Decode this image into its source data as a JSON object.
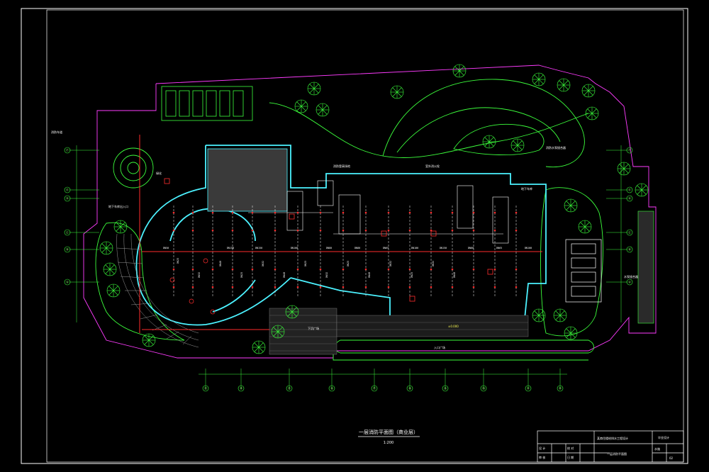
{
  "drawing": {
    "title": "一层消防平面图（商业层）",
    "scale": "1:200"
  },
  "colors": {
    "background": "#000000",
    "frame": "#ffffff",
    "site_boundary": "#ff3cff",
    "landscape": "#3cff3c",
    "walls": "#4cf2ff",
    "grid": "#3cff3c",
    "sprinkler": "#ff2d2d",
    "annotation": "#ffff55"
  },
  "grid_axes": {
    "bottom": [
      "⑬",
      "⑭",
      "⑮",
      "⑯",
      "⑰",
      "⑱",
      "⑲",
      "⑳",
      "㉑",
      "㉒"
    ],
    "left": [
      "Ⓕ",
      "Ⓔ",
      "Ⓓ",
      "Ⓒ",
      "Ⓑ",
      "Ⓐ"
    ],
    "right": [
      "Ⓕ",
      "Ⓔ",
      "Ⓓ",
      "Ⓒ",
      "Ⓑ",
      "Ⓐ"
    ]
  },
  "pipe_labels": [
    "DN150",
    "DN150",
    "DN100",
    "DN80",
    "DN80",
    "DN65",
    "DN100",
    "DN150",
    "DN80",
    "DN65",
    "DN100",
    "DN50"
  ],
  "branch_labels": [
    "DN25",
    "DN32",
    "DN40",
    "DN25",
    "DN32",
    "DN40",
    "DN25",
    "DN32",
    "DN25",
    "DN40",
    "DN32",
    "DN25",
    "DN32",
    "DN40"
  ],
  "annotations": [
    "消防车道",
    "室外消火栓",
    "消防水泵接合器",
    "水泵接合器",
    "入口广场",
    "下沉广场",
    "地下车库出入口",
    "消防登高场地",
    "绿化",
    "地下车库",
    "±0.000"
  ],
  "title_block": {
    "company": "毕业设计",
    "project": "某商住楼给排水工程设计",
    "drawing_name": "一层消防平面图",
    "sheet_label": "水施",
    "sheet_no": "02",
    "rows": [
      "设 计",
      "审 核",
      "校 对",
      "日 期"
    ]
  }
}
